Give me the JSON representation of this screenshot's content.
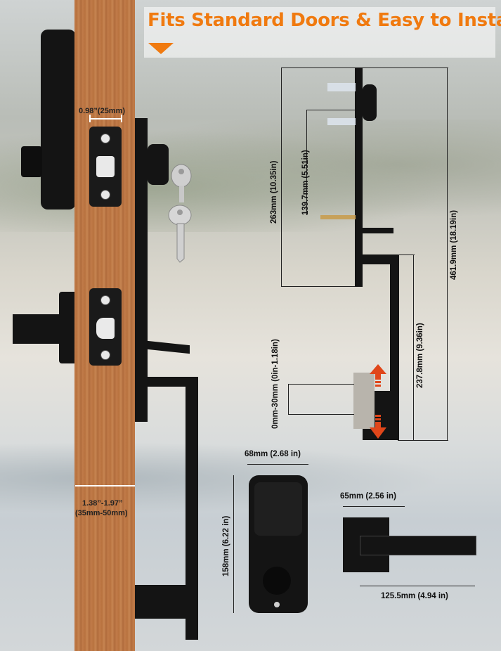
{
  "title": "Fits Standard Doors & Easy to Install",
  "colors": {
    "accent": "#f07a10",
    "door": "#c07a48",
    "hardware": "#141414"
  },
  "door_dims": {
    "backset_top": "0.98”(25mm)",
    "thickness_line1": "1.38”-1.97”",
    "thickness_line2": "(35mm-50mm)"
  },
  "side_diagram": {
    "height_upper": "263mm (10.35in)",
    "spacing": "139.7mm (5.51in)",
    "height_total": "461.9mm (18.19in)",
    "handle_length": "237.8mm (9.36in)",
    "adjust": "0mm-30mm (0in-1.18in)"
  },
  "keypad": {
    "width": "68mm (2.68 in)",
    "height": "158mm (6.22 in)"
  },
  "lever": {
    "plate": "65mm (2.56 in)",
    "length": "125.5mm (4.94 in)"
  },
  "icons": [
    "key-icon",
    "arrow-up-icon",
    "arrow-down-icon"
  ]
}
